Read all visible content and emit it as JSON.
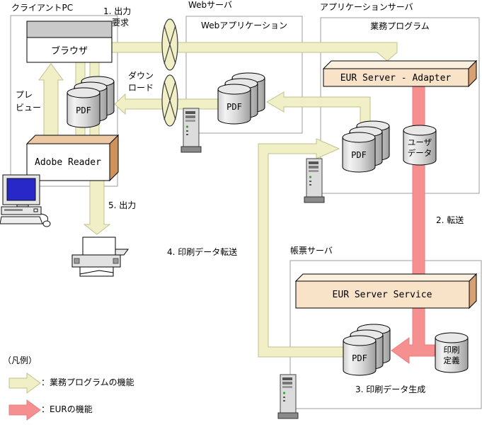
{
  "client": {
    "title": "クライアントPC",
    "browser": "ブラウザ",
    "reader": "Adobe Reader",
    "preview1": "プレ",
    "preview2": "ビュー"
  },
  "web": {
    "title": "Webサーバ",
    "app_label": "Webアプリケーション"
  },
  "app": {
    "title": "アプリケーションサーバ",
    "program": "業務プログラム",
    "adapter": "EUR Server - Adapter",
    "user_data1": "ユーザ",
    "user_data2": "データ"
  },
  "form": {
    "title": "帳票サーバ",
    "service": "EUR Server Service",
    "printdef1": "印刷",
    "printdef2": "定義"
  },
  "pdf": "PDF",
  "steps": {
    "s1a": "1. 出力",
    "s1b": "要求",
    "dl1": "ダウン",
    "dl2": "ロード",
    "s2": "2. 転送",
    "s3": "3. 印刷データ生成",
    "s4": "4. 印刷データ転送",
    "s5": "5. 出力"
  },
  "legend": {
    "heading": "（凡例）",
    "business": "：業務プログラムの機能",
    "eur": "：EURの機能"
  },
  "colors": {
    "business_arrow": "#F0EFC6",
    "eur_arrow": "#F68F90",
    "eur_box_face": "#F8E3C9",
    "eur_box_side": "#D8A171",
    "box_border": "#9C9C9C"
  }
}
